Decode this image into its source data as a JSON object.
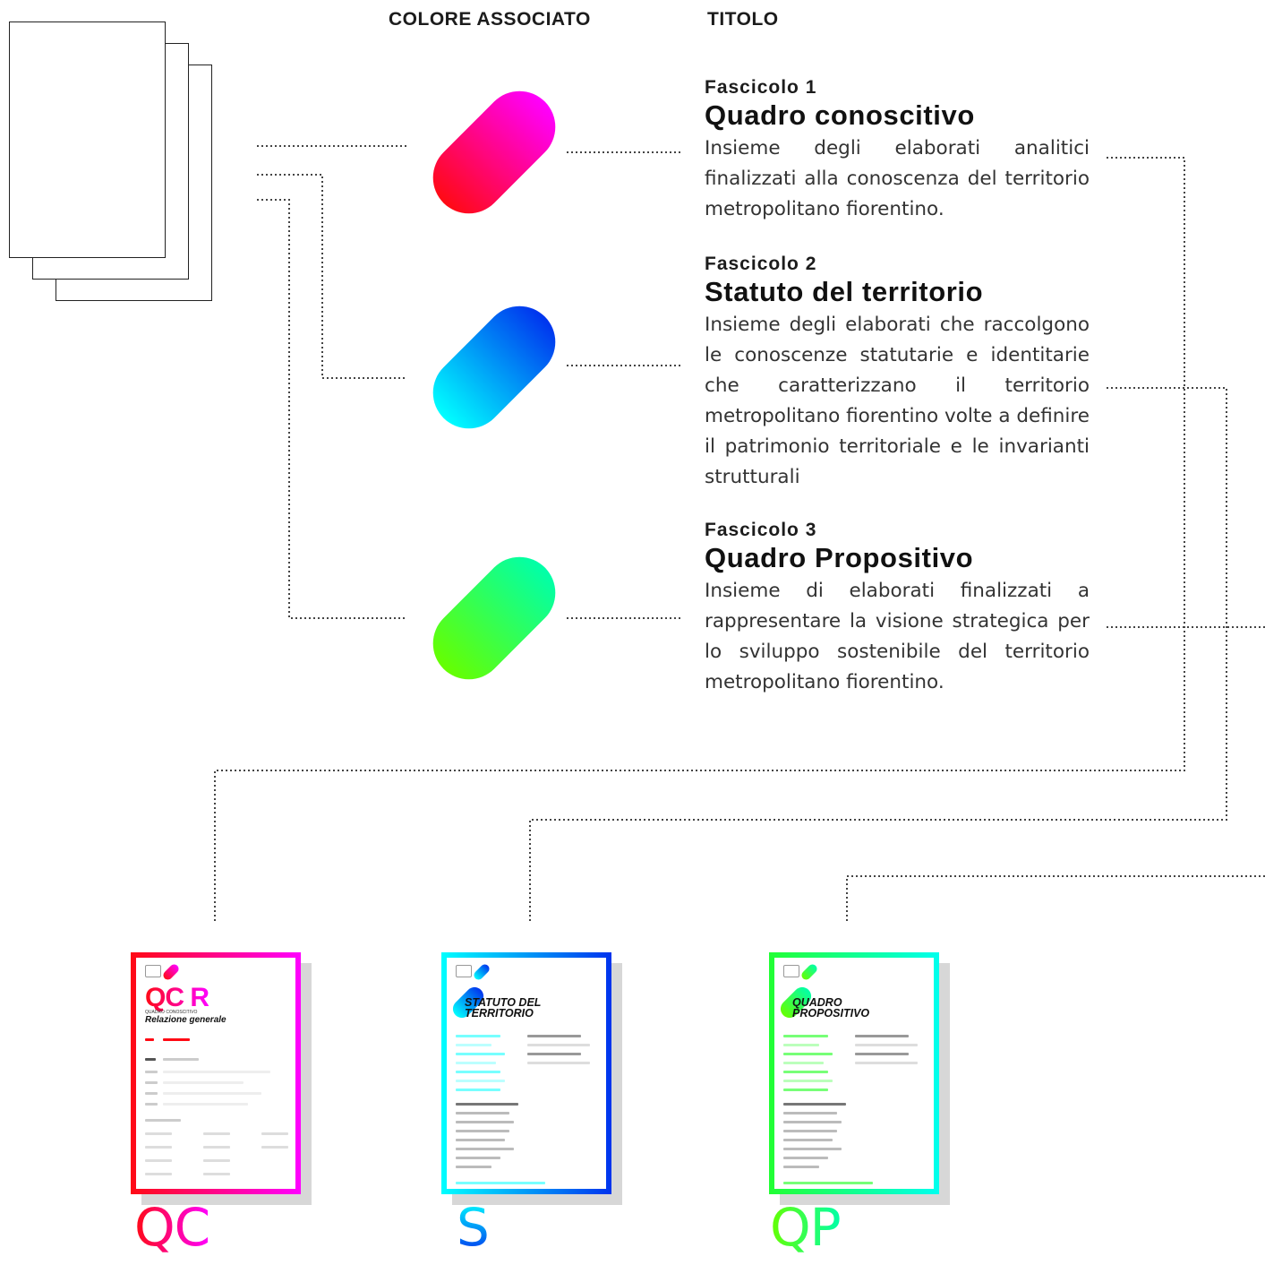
{
  "headers": {
    "color": "COLORE ASSOCIATO",
    "title": "TITOLO"
  },
  "fascicoli": [
    {
      "label": "Fascicolo  1",
      "title": "Quadro conoscitivo",
      "description": "Insieme degli elaborati analitici finalizzati alla conoscenza del territorio metropolitano fiorentino.",
      "colors": [
        "#ff0a14",
        "#ff00ff"
      ]
    },
    {
      "label": "Fascicolo  2",
      "title": "Statuto del territorio",
      "description": "Insieme degli elaborati che raccolgono le conoscenze statutarie e identitarie che caratterizzano il territorio metropolitano fiorentino volte a definire il patrimonio territoriale e le invarianti strutturali",
      "colors": [
        "#00ffff",
        "#0033ee"
      ]
    },
    {
      "label": "Fascicolo  3",
      "title": "Quadro Propositivo",
      "description": "Insieme di elaborati finalizzati a rappresentare la visione strategica per lo sviluppo sostenibile del territorio metropolitano fiorentino.",
      "colors": [
        "#66ff00",
        "#00ffaa"
      ]
    }
  ],
  "documents": [
    {
      "cover_big": "QC R",
      "cover_sub": "QUADRO CONOSCITIVO",
      "cover_title": "Relazione generale",
      "abbr": "QC"
    },
    {
      "cover_big": "",
      "cover_sub": "",
      "cover_title": "STATUTO DEL TERRITORIO",
      "abbr": "S"
    },
    {
      "cover_big": "",
      "cover_sub": "",
      "cover_title": "QUADRO PROPOSITIVO",
      "abbr": "QP"
    }
  ]
}
